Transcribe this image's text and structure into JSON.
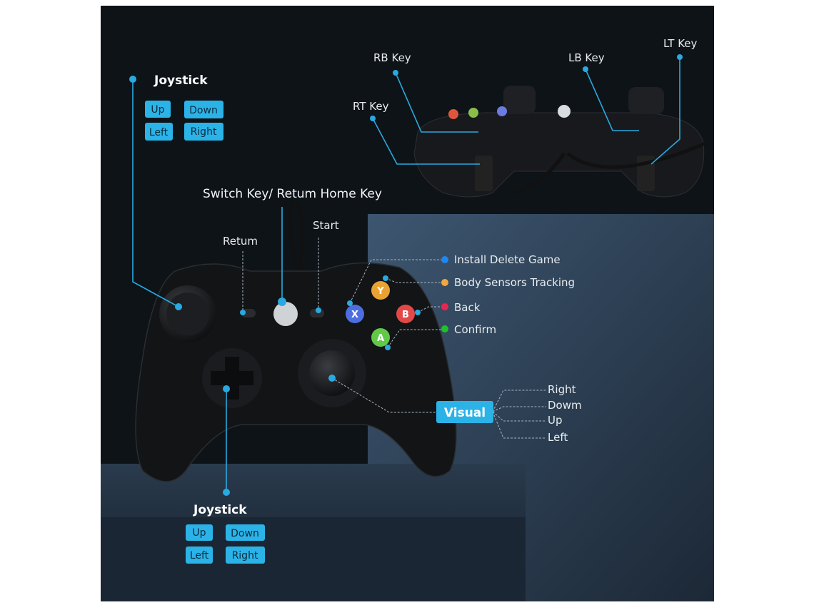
{
  "colors": {
    "accent": "#2bb3e8",
    "background": "#0e1318",
    "panel": "#33475e",
    "install": "#1e88f0",
    "body_sensors": "#f3a640",
    "back": "#ec2550",
    "confirm": "#22c02b"
  },
  "top_joystick": {
    "title": "Joystick",
    "keys": [
      "Up",
      "Down",
      "Left",
      "Right"
    ]
  },
  "bottom_joystick": {
    "title": "Joystick",
    "keys": [
      "Up",
      "Down",
      "Left",
      "Right"
    ]
  },
  "top_controller_labels": {
    "rb": "RB Key",
    "lb": "LB Key",
    "lt": "LT Key",
    "rt": "RT Key"
  },
  "center_labels": {
    "switch": "Switch Key/ Retum Home Key",
    "retum": "Retum",
    "start": "Start"
  },
  "face_buttons": [
    {
      "label": "Install Delete Game",
      "button": "X"
    },
    {
      "label": "Body Sensors Tracking",
      "button": "Y"
    },
    {
      "label": "Back",
      "button": "B"
    },
    {
      "label": "Confirm",
      "button": "A"
    }
  ],
  "visual": {
    "title": "Visual",
    "directions": [
      "Right",
      "Dowm",
      "Up",
      "Left"
    ]
  }
}
